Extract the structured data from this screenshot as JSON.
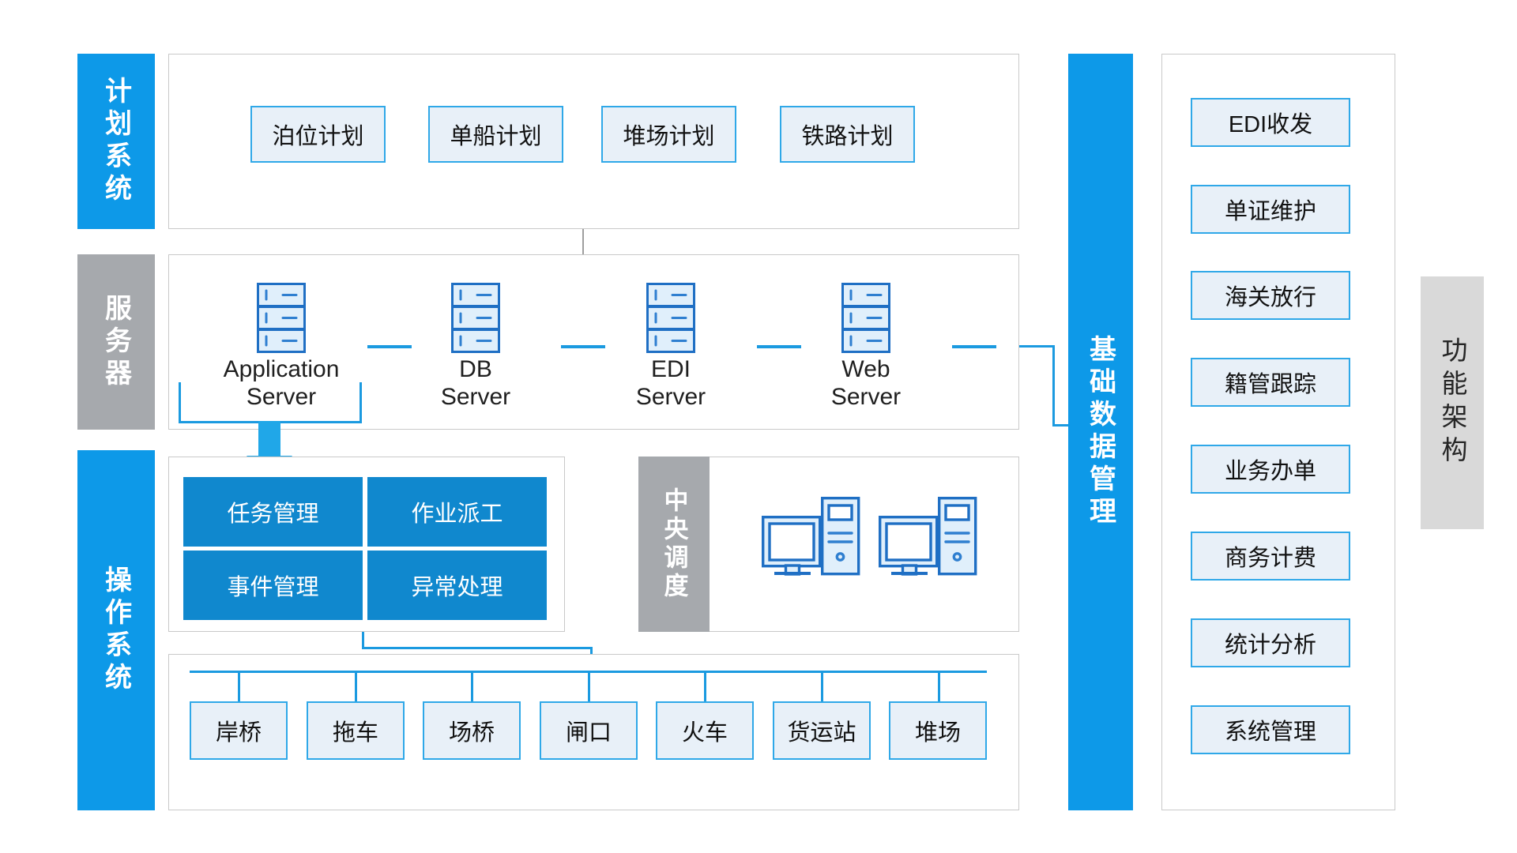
{
  "diagram": {
    "title_label": "功能架构",
    "colors": {
      "accent_blue": "#0d99e8",
      "box_blue_border": "#2fa8e8",
      "box_blue_fill": "#e8f0f8",
      "solid_blue": "#1088ce",
      "gray_bar": "#a6a9ad",
      "light_gray_bar": "#d9d9d9",
      "panel_border": "#c9c9c9",
      "connector_blue": "#1b9ae0"
    }
  },
  "rows": {
    "planning": {
      "side_label": "计划系统",
      "items": [
        {
          "label": "泊位计划"
        },
        {
          "label": "单船计划"
        },
        {
          "label": "堆场计划"
        },
        {
          "label": "铁路计划"
        }
      ]
    },
    "servers": {
      "side_label": "服务器",
      "items": [
        {
          "label": "Application\nServer",
          "icon": "server-rack-icon"
        },
        {
          "label": "DB\nServer",
          "icon": "server-rack-icon"
        },
        {
          "label": "EDI\nServer",
          "icon": "server-rack-icon"
        },
        {
          "label": "Web\nServer",
          "icon": "server-rack-icon"
        }
      ]
    },
    "operations": {
      "side_label": "操作系统",
      "modules": [
        {
          "label": "任务管理"
        },
        {
          "label": "作业派工"
        },
        {
          "label": "事件管理"
        },
        {
          "label": "异常处理"
        }
      ],
      "dispatch_label": "中央调度",
      "workstations": [
        {
          "icon": "desktop-computer-icon"
        },
        {
          "icon": "desktop-computer-icon"
        }
      ]
    },
    "equipment": {
      "items": [
        {
          "label": "岸桥"
        },
        {
          "label": "拖车"
        },
        {
          "label": "场桥"
        },
        {
          "label": "闸口"
        },
        {
          "label": "火车"
        },
        {
          "label": "货运站"
        },
        {
          "label": "堆场"
        }
      ]
    }
  },
  "right_panel": {
    "side_label": "基础数据管理",
    "items": [
      {
        "label": "EDI收发"
      },
      {
        "label": "单证维护"
      },
      {
        "label": "海关放行"
      },
      {
        "label": "籍管跟踪"
      },
      {
        "label": "业务办单"
      },
      {
        "label": "商务计费"
      },
      {
        "label": "统计分析"
      },
      {
        "label": "系统管理"
      }
    ]
  }
}
